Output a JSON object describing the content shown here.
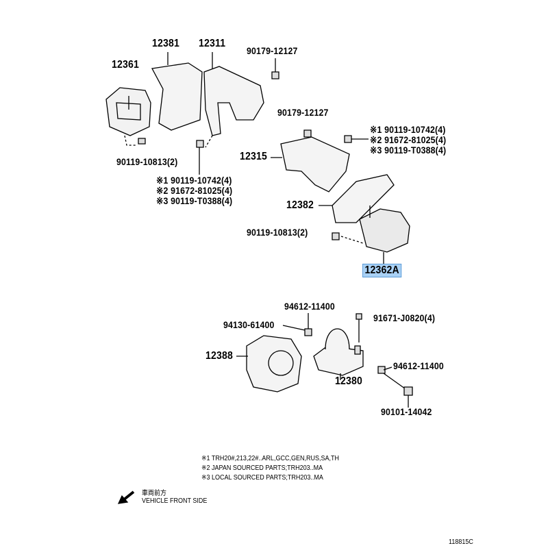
{
  "parts": {
    "p12381": "12381",
    "p12311": "12311",
    "p90179_a": "90179-12127",
    "p12361": "12361",
    "p90179_b": "90179-12127",
    "right_bolts": [
      "※1 90119-10742(4)",
      "※2 91672-81025(4)",
      "※3 90119-T0388(4)"
    ],
    "p90119_10813_a": "90119-10813(2)",
    "p12315": "12315",
    "left_bolts": [
      "※1 90119-10742(4)",
      "※2 91672-81025(4)",
      "※3 90119-T0388(4)"
    ],
    "p12382": "12382",
    "p90119_10813_b": "90119-10813(2)",
    "p12362A": "12362A",
    "p94612_a": "94612-11400",
    "p94130": "94130-61400",
    "p91671": "91671-J0820(4)",
    "p12388": "12388",
    "p94612_b": "94612-11400",
    "p12380": "12380",
    "p90101": "90101-14042"
  },
  "notes": [
    "※1 TRH20#,213,22#..ARL,GCC,GEN,RUS,SA,TH",
    "※2 JAPAN SOURCED PARTS;TRH203..MA",
    "※3 LOCAL SOURCED PARTS;TRH203..MA"
  ],
  "direction": {
    "jp": "車両前方",
    "en": "VEHICLE FRONT SIDE"
  },
  "diagram_id": "118815C",
  "highlight_color": "#a9d1f5"
}
